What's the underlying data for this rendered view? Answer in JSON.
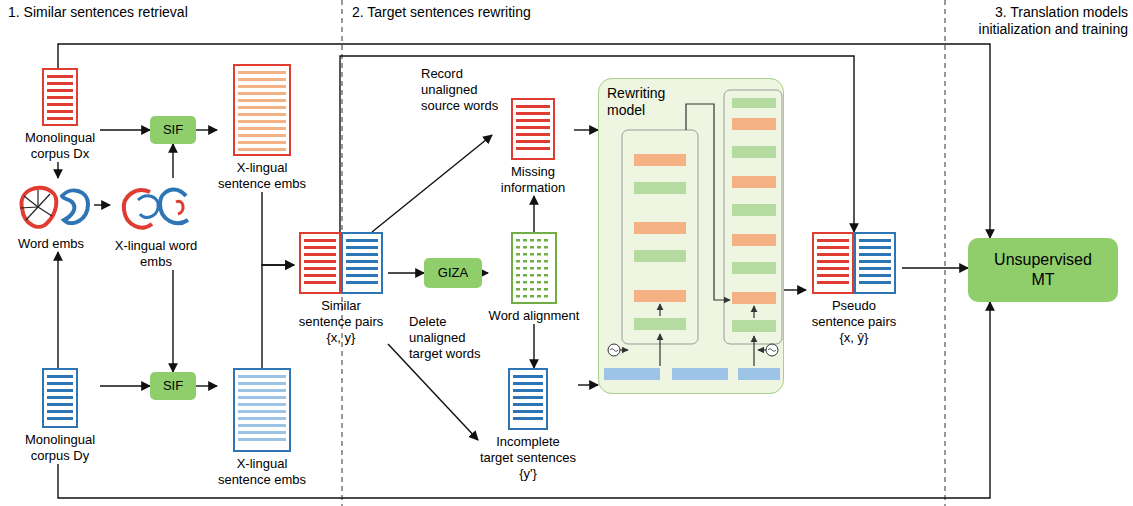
{
  "diagram": {
    "nodes": [
      {
        "text": [
          "Monolingual corpus Dx"
        ]
      },
      {
        "text": [
          "SIF"
        ]
      },
      {
        "text": [
          "X-lingual sentence embs"
        ]
      },
      {
        "text": [
          "Word embs"
        ]
      },
      {
        "text": [
          "X-lingual word embs"
        ]
      },
      {
        "text": [
          "Monolingual corpus Dy"
        ]
      },
      {
        "text": [
          "SIF"
        ]
      },
      {
        "text": [
          "X-lingual sentence embs"
        ]
      },
      {
        "text": [
          "Similar sentence pairs {x, y}"
        ]
      },
      {
        "text": [
          "GIZA"
        ]
      },
      {
        "text": [
          "Missing information"
        ]
      },
      {
        "text": [
          "Word alignment"
        ]
      },
      {
        "text": [
          "Incomplete target sentences {y'}"
        ]
      },
      {
        "text": [
          "Rewriting model"
        ]
      },
      {
        "text": [
          "Pseudo sentence pairs {x, ŷ}"
        ]
      },
      {
        "text": [
          "Unsupervised MT"
        ]
      }
    ],
    "edges": [
      {
        "from": 0,
        "to": 1,
        "arrow": "to"
      },
      {
        "from": 1,
        "to": 2,
        "arrow": "to"
      },
      {
        "from": 0,
        "to": 3,
        "arrow": "to"
      },
      {
        "from": 3,
        "to": 4,
        "arrow": "to"
      },
      {
        "from": 4,
        "to": 1,
        "arrow": "to"
      },
      {
        "from": 4,
        "to": 6,
        "arrow": "to"
      },
      {
        "from": 5,
        "to": 3,
        "arrow": "to"
      },
      {
        "from": 5,
        "to": 6,
        "arrow": "to"
      },
      {
        "from": 6,
        "to": 7,
        "arrow": "to"
      },
      {
        "from": 2,
        "to": 8,
        "arrow": "to"
      },
      {
        "from": 7,
        "to": 8,
        "arrow": "to"
      },
      {
        "from": 8,
        "to": 10,
        "label": "Record unaligned source words",
        "arrow": "to"
      },
      {
        "from": 8,
        "to": 9,
        "arrow": "to"
      },
      {
        "from": 9,
        "to": 11,
        "arrow": "to"
      },
      {
        "from": 11,
        "to": 10,
        "arrow": "to"
      },
      {
        "from": 11,
        "to": 12,
        "arrow": "to"
      },
      {
        "from": 8,
        "to": 12,
        "label": "Delete unaligned target words",
        "arrow": "to"
      },
      {
        "from": 10,
        "to": 13,
        "arrow": "to"
      },
      {
        "from": 12,
        "to": 13,
        "arrow": "to"
      },
      {
        "from": 13,
        "to": 14,
        "arrow": "to"
      },
      {
        "from": 8,
        "to": 14,
        "arrow": "to"
      },
      {
        "from": 0,
        "to": 15,
        "arrow": "to"
      },
      {
        "from": 5,
        "to": 15,
        "arrow": "to"
      },
      {
        "from": 14,
        "to": 15,
        "arrow": "to"
      }
    ],
    "labels": [
      "1. Similar sentences retrieval",
      "2. Target sentences rewriting",
      "3. Translation models initialization and training"
    ]
  }
}
